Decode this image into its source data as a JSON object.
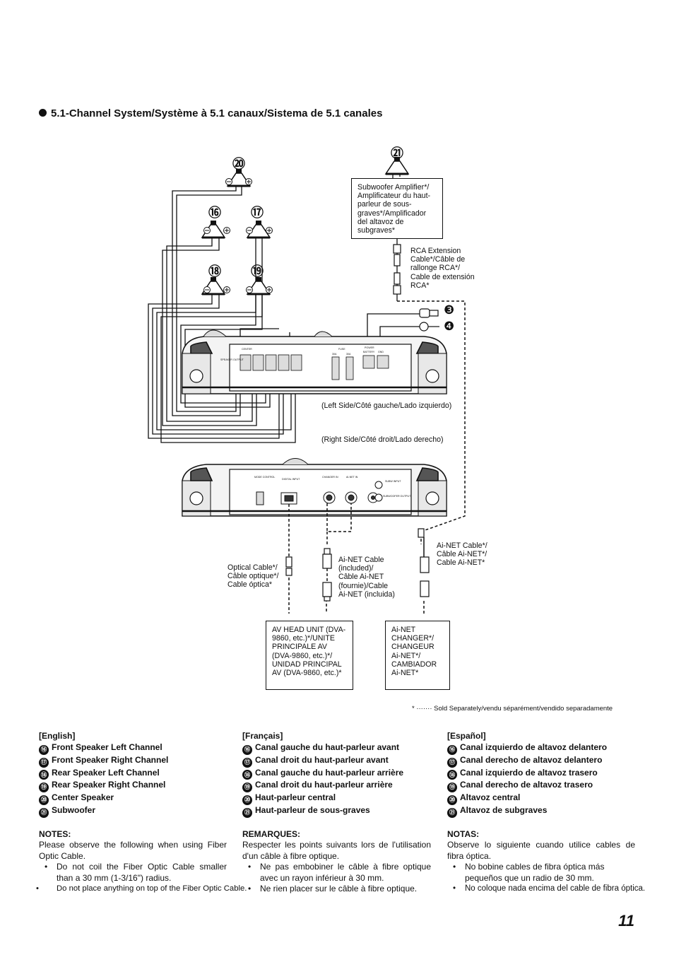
{
  "section_title": "5.1-Channel System/Système à 5.1 canaux/Sistema de 5.1 canales",
  "diagram": {
    "speaker_numbers": [
      "⑳",
      "㉑",
      "⑯",
      "⑰",
      "⑱",
      "⑲"
    ],
    "side_numbers": [
      "❸",
      "❹"
    ],
    "subwoofer_amplifier": "Subwoofer Amplifier*/\nAmplificateur du haut-\nparleur de sous-\ngraves*/Amplificador\ndel altavoz de\nsubgraves*",
    "rca_extension": "RCA Extension\nCable*/Câble de\nrallonge RCA*/\nCable de extensión\nRCA*",
    "left_side": "(Left Side/Côté gauche/Lado izquierdo)",
    "right_side": "(Right Side/Côté droit/Lado derecho)",
    "ainet_cable": "Ai-NET Cable*/\nCâble Ai-NET*/\nCable Ai-NET*",
    "ainet_cable_included": "Ai-NET Cable\n(included)/\nCâble Ai-NET\n(fournie)/Cable\nAi-NET (incluida)",
    "optical_cable": "Optical Cable*/\nCâble optique*/\nCable óptica*",
    "av_head_unit": "AV HEAD UNIT (DVA-\n9860, etc.)*/UNITE\nPRINCIPALE AV\n(DVA-9860, etc.)*/\nUNIDAD PRINCIPAL\nAV (DVA-9860, etc.)*",
    "ainet_changer": "Ai-NET\nCHANGER*/\nCHANGEUR\nAi-NET*/\nCAMBIADOR\nAi-NET*",
    "sold_separately": "* ······· Sold Separately/vendu séparément/vendido separadamente",
    "panel_labels": {
      "speaker_output": "SPEAKER OUTPUT",
      "center": "CENTER",
      "fuse": "FUSE",
      "power": "POWER",
      "battery": "BATTERY",
      "ground": "GND",
      "fuse_rating_1": "30A",
      "fuse_rating_2": "30A",
      "mode_control": "MODE CONTROL",
      "digital_input": "DIGITAL INPUT",
      "changer_in": "CHANGER IN",
      "ainet_in": "AI-NET IN",
      "subw_input": "SUBW INPUT",
      "subwoofer_output": "SUBWOOFER OUTPUT"
    }
  },
  "legend": {
    "english": {
      "heading": "[English]",
      "items": [
        {
          "num": "⑯",
          "text": "Front Speaker Left Channel"
        },
        {
          "num": "⑰",
          "text": "Front Speaker Right Channel"
        },
        {
          "num": "⑱",
          "text": "Rear Speaker Left Channel"
        },
        {
          "num": "⑲",
          "text": "Rear Speaker Right Channel"
        },
        {
          "num": "⑳",
          "text": "Center Speaker"
        },
        {
          "num": "㉑",
          "text": "Subwoofer"
        }
      ]
    },
    "french": {
      "heading": "[Français]",
      "items": [
        {
          "num": "⑯",
          "text": "Canal gauche du haut-parleur avant"
        },
        {
          "num": "⑰",
          "text": "Canal droit du haut-parleur avant"
        },
        {
          "num": "⑱",
          "text": "Canal gauche du haut-parleur arrière"
        },
        {
          "num": "⑲",
          "text": "Canal droit du haut-parleur arrière"
        },
        {
          "num": "⑳",
          "text": "Haut-parleur central"
        },
        {
          "num": "㉑",
          "text": "Haut-parleur de sous-graves"
        }
      ]
    },
    "spanish": {
      "heading": "[Español]",
      "items": [
        {
          "num": "⑯",
          "text": "Canal izquierdo de altavoz delantero"
        },
        {
          "num": "⑰",
          "text": "Canal derecho de altavoz delantero"
        },
        {
          "num": "⑱",
          "text": "Canal izquierdo de altavoz trasero"
        },
        {
          "num": "⑲",
          "text": "Canal derecho de altavoz trasero"
        },
        {
          "num": "⑳",
          "text": "Altavoz central"
        },
        {
          "num": "㉑",
          "text": "Altavoz de subgraves"
        }
      ]
    }
  },
  "notes": {
    "english": {
      "heading": "NOTES:",
      "intro": "Please observe the following when using Fiber Optic Cable.",
      "bullets": [
        "Do not coil the Fiber Optic Cable smaller than a 30 mm (1-3/16\") radius.",
        "Do not place anything on top of the Fiber Optic Cable."
      ]
    },
    "french": {
      "heading": "REMARQUES:",
      "intro": "Respecter les points suivants lors de l'utilisation d'un câble à fibre optique.",
      "bullets": [
        "Ne pas embobiner le câble à fibre optique avec un rayon inférieur à 30 mm.",
        "Ne rien placer sur le câble à fibre optique."
      ]
    },
    "spanish": {
      "heading": "NOTAS:",
      "intro": "Observe lo siguiente cuando utilice cables de fibra óptica.",
      "bullets": [
        "No bobine cables de fibra óptica más pequeños que un radio de 30 mm.",
        "No coloque nada encima del cable de fibra óptica."
      ]
    }
  },
  "page_number": "11"
}
